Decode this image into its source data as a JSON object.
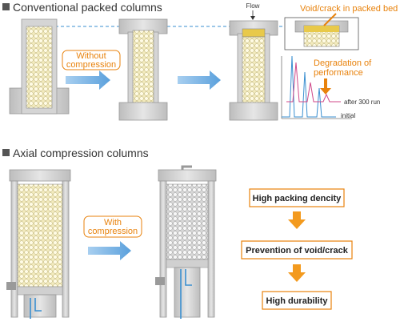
{
  "section1": {
    "heading": "Conventional packed columns"
  },
  "section2": {
    "heading": "Axial compression columns"
  },
  "labels": {
    "flow": "Flow",
    "without_compression_line1": "Without",
    "without_compression_line2": "compression",
    "with_compression_line1": "With",
    "with_compression_line2": "compression",
    "void_crack": "Void/crack in packed bed",
    "degradation_line1": "Degradation of",
    "degradation_line2": "performance",
    "after_300_run": "after 300 run",
    "initial": "initial"
  },
  "flow_steps": [
    {
      "label": "High packing dencity"
    },
    {
      "label": "Prevention of void/crack"
    },
    {
      "label": "High durability"
    }
  ],
  "colors": {
    "accent_orange": "#e8820c",
    "arrow_blue": "#6aaee0",
    "dashed_blue": "#3a8fd0",
    "column_gray": "#cfcfcf",
    "packing_fill": "#f2e8b6",
    "heading_square": "#555555"
  }
}
